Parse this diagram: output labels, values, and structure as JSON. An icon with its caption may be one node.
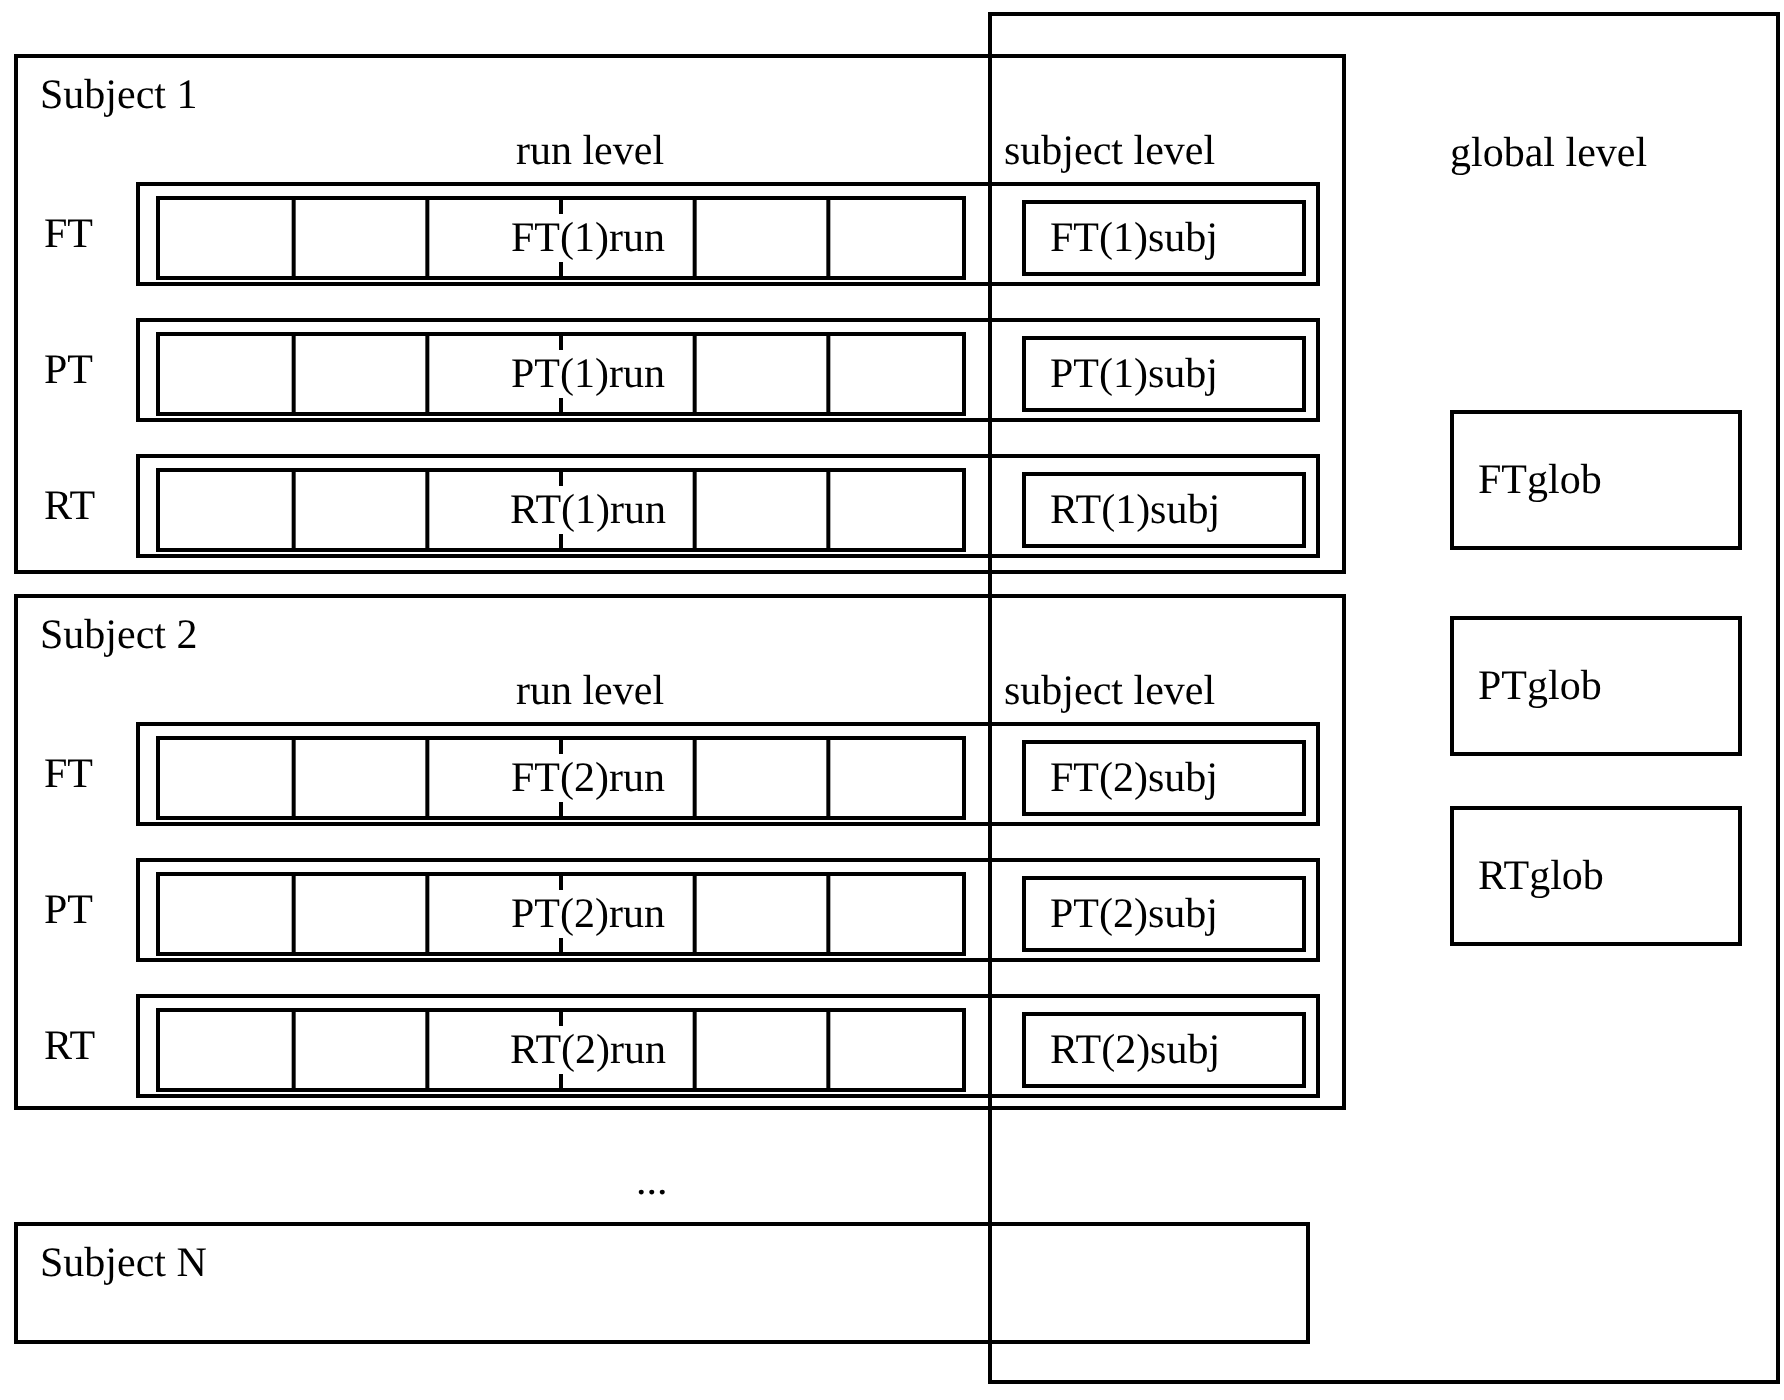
{
  "diagram": {
    "nodes": [
      {
        "text": [
          "global level"
        ]
      },
      {
        "text": [
          "Subject 1",
          "run level",
          "subject level"
        ]
      },
      {
        "text": [],
        "shape": "box",
        "in": 1,
        "beside": [
          "FT"
        ]
      },
      {
        "text": [
          "FT(1)run"
        ],
        "in": 2
      },
      {
        "text": [
          "FT(1)subj"
        ]
      },
      {
        "text": [],
        "shape": "box",
        "in": 1,
        "beside": [
          "PT"
        ]
      },
      {
        "text": [
          "PT(1)run"
        ],
        "in": 5
      },
      {
        "text": [
          "PT(1)subj"
        ]
      },
      {
        "text": [],
        "shape": "box",
        "in": 1,
        "beside": [
          "RT"
        ]
      },
      {
        "text": [
          "RT(1)run"
        ],
        "in": 8
      },
      {
        "text": [
          "RT(1)subj"
        ]
      },
      {
        "text": [
          "Subject 2",
          "run level",
          "subject level"
        ]
      },
      {
        "text": [],
        "shape": "box",
        "in": 11,
        "beside": [
          "FT"
        ]
      },
      {
        "text": [
          "FT(2)run"
        ],
        "in": 12
      },
      {
        "text": [
          "FT(2)subj"
        ]
      },
      {
        "text": [],
        "shape": "box",
        "in": 11,
        "beside": [
          "PT"
        ]
      },
      {
        "text": [
          "PT(2)run"
        ],
        "in": 15
      },
      {
        "text": [
          "PT(2)subj"
        ]
      },
      {
        "text": [],
        "shape": "box",
        "in": 11,
        "beside": [
          "RT"
        ]
      },
      {
        "text": [
          "RT(2)run"
        ],
        "in": 18
      },
      {
        "text": [
          "RT(2)subj"
        ]
      },
      {
        "text": [
          "Subject N"
        ]
      },
      {
        "text": [
          "FTglob"
        ],
        "in": 0
      },
      {
        "text": [
          "PTglob"
        ],
        "in": 0
      },
      {
        "text": [
          "RTglob"
        ],
        "in": 0
      }
    ],
    "labels": [
      "..."
    ]
  }
}
